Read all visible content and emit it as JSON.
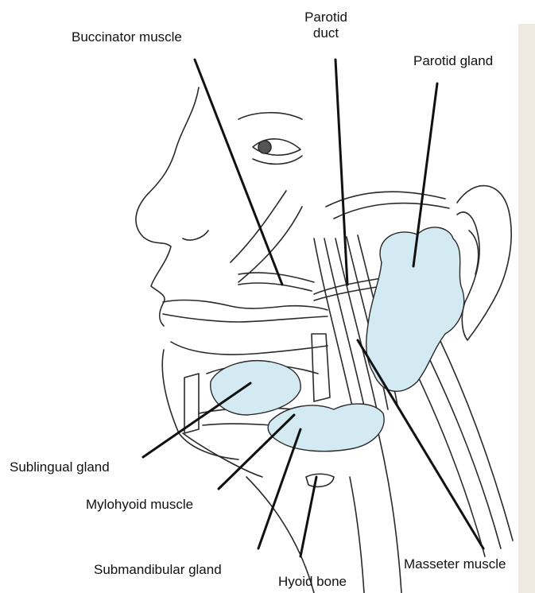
{
  "labels": {
    "buccinator": "Buccinator muscle",
    "parotid_duct_line1": "Parotid",
    "parotid_duct_line2": "duct",
    "parotid_gland": "Parotid gland",
    "sublingual": "Sublingual gland",
    "mylohyoid": "Mylohyoid muscle",
    "submandibular": "Submandibular gland",
    "hyoid": "Hyoid bone",
    "masseter": "Masseter muscle"
  },
  "colors": {
    "gland_fill": "#d4eaf2",
    "line": "#111111",
    "sketch": "#2a2a2a",
    "paper_edge": "#efeae2"
  }
}
